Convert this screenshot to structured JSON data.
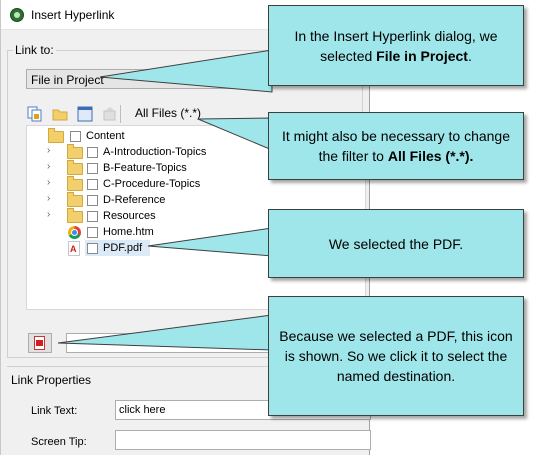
{
  "dialog": {
    "title": "Insert Hyperlink",
    "link_to_label": "Link to:",
    "link_to_value": "File in Project",
    "filter_value": "All Files (*.*)",
    "tree": [
      {
        "label": "Content",
        "level": 0,
        "type": "folder",
        "expander": false
      },
      {
        "label": "A-Introduction-Topics",
        "level": 1,
        "type": "folder",
        "expander": true
      },
      {
        "label": "B-Feature-Topics",
        "level": 1,
        "type": "folder",
        "expander": true
      },
      {
        "label": "C-Procedure-Topics",
        "level": 1,
        "type": "folder",
        "expander": true
      },
      {
        "label": "D-Reference",
        "level": 1,
        "type": "folder",
        "expander": true
      },
      {
        "label": "Resources",
        "level": 1,
        "type": "folder",
        "expander": true
      },
      {
        "label": "Home.htm",
        "level": 1,
        "type": "chrome-file",
        "expander": false
      },
      {
        "label": "PDF.pdf",
        "level": 1,
        "type": "pdf-file",
        "expander": false,
        "selected": true
      }
    ],
    "link_properties_label": "Link Properties",
    "link_text_label": "Link Text:",
    "link_text_value": "click here",
    "screen_tip_label": "Screen Tip:",
    "screen_tip_value": ""
  },
  "callouts": {
    "c1": {
      "pre": "In the Insert Hyperlink dialog, we selected ",
      "bold": "File in Project",
      "post": "."
    },
    "c2": {
      "pre": "It might also be necessary to change the filter to ",
      "bold": "All Files (*.*).",
      "post": ""
    },
    "c3": {
      "pre": "We selected the PDF.",
      "bold": "",
      "post": ""
    },
    "c4": {
      "pre": "Because we selected a PDF, this icon is shown. So we click it to select the named destination.",
      "bold": "",
      "post": ""
    }
  },
  "colors": {
    "callout_fill": "#9fe6ea",
    "selection": "#dceaf7"
  }
}
